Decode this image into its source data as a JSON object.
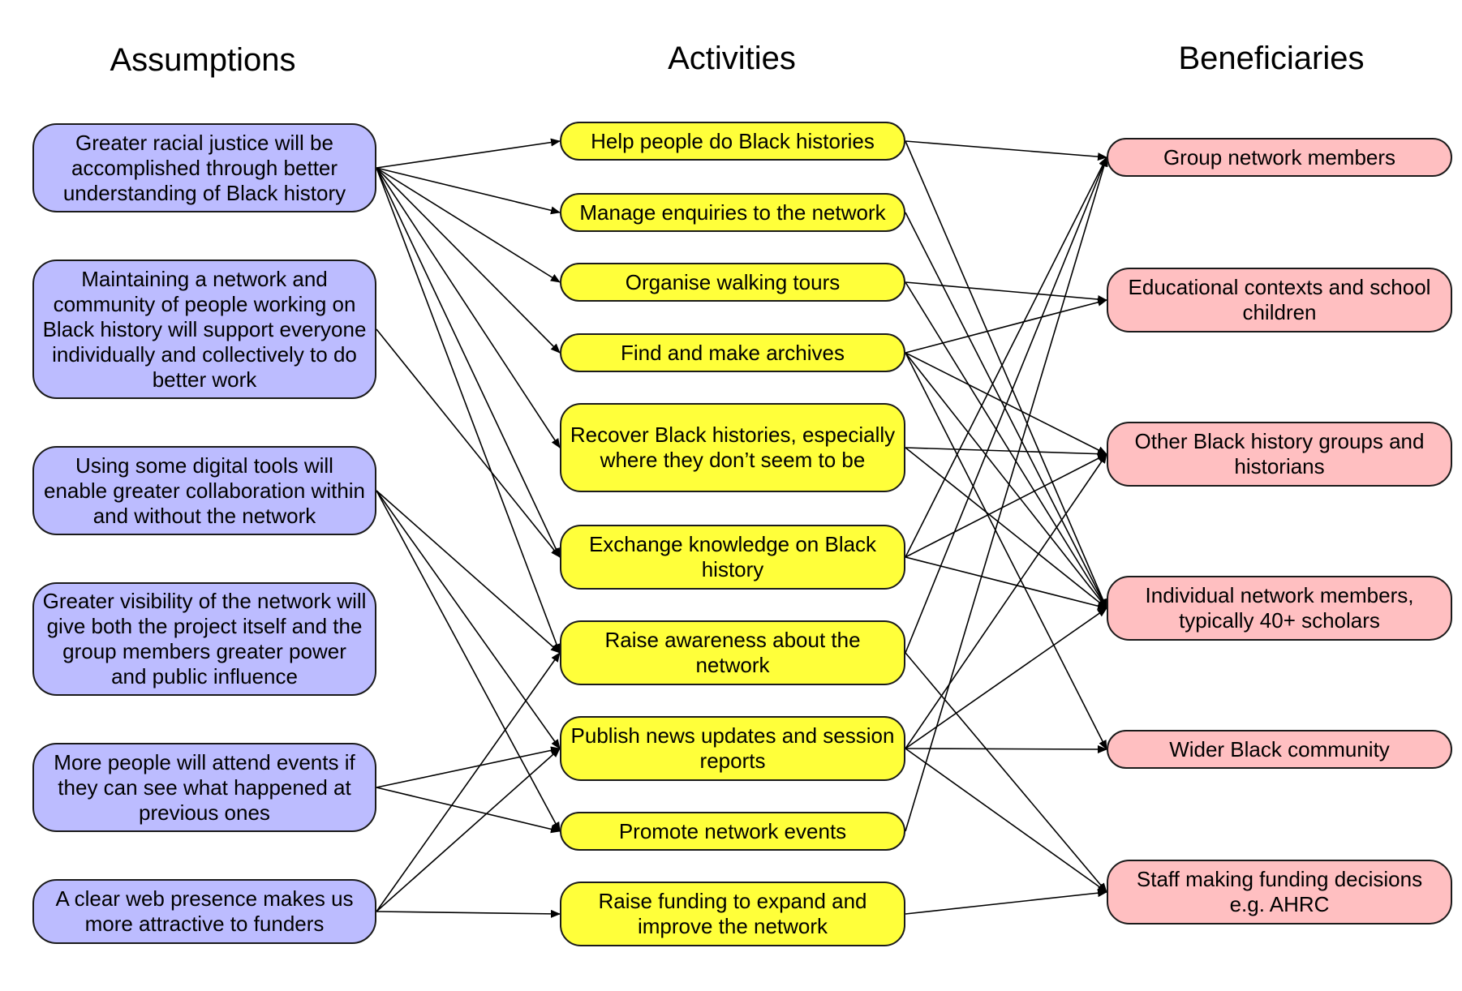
{
  "headings": {
    "assumptions": "Assumptions",
    "activities": "Activities",
    "beneficiaries": "Beneficiaries"
  },
  "colors": {
    "assumption_fill": "#bcbcff",
    "activity_fill": "#ffff3a",
    "beneficiary_fill": "#ffbfc1",
    "stroke": "#1a1a1a"
  },
  "assumptions": [
    {
      "id": "a1",
      "text": "Greater racial justice will be accomplished through better understanding of Black history"
    },
    {
      "id": "a2",
      "text": "Maintaining a network and community of people working on Black history will support everyone individually and collectively to do better work"
    },
    {
      "id": "a3",
      "text": "Using some digital tools will enable greater collaboration within and without the network"
    },
    {
      "id": "a4",
      "text": "Greater visibility of the network will give both the project itself and the group members greater power and public influence"
    },
    {
      "id": "a5",
      "text": "More people will attend events if they can see what happened at previous ones"
    },
    {
      "id": "a6",
      "text": "A clear web presence makes us more attractive to funders"
    }
  ],
  "activities": [
    {
      "id": "c1",
      "text": "Help people do Black histories"
    },
    {
      "id": "c2",
      "text": "Manage enquiries to the network"
    },
    {
      "id": "c3",
      "text": "Organise walking tours"
    },
    {
      "id": "c4",
      "text": "Find and make archives"
    },
    {
      "id": "c5",
      "text": "Recover Black histories, especially where they don’t seem to be"
    },
    {
      "id": "c6",
      "text": "Exchange knowledge on Black history"
    },
    {
      "id": "c7",
      "text": "Raise awareness about the network"
    },
    {
      "id": "c8",
      "text": "Publish news updates and session reports"
    },
    {
      "id": "c9",
      "text": "Promote network events"
    },
    {
      "id": "c10",
      "text": "Raise funding to expand and improve the network"
    }
  ],
  "beneficiaries": [
    {
      "id": "b1",
      "text": "Group network members"
    },
    {
      "id": "b2",
      "text": "Educational contexts and school children"
    },
    {
      "id": "b3",
      "text": "Other Black history groups and historians"
    },
    {
      "id": "b4",
      "text": "Individual network members, typically 40+ scholars"
    },
    {
      "id": "b5",
      "text": "Wider Black community"
    },
    {
      "id": "b6",
      "text": "Staff making funding decisions e.g. AHRC"
    }
  ],
  "edges": [
    [
      "a1",
      "c1"
    ],
    [
      "a1",
      "c2"
    ],
    [
      "a1",
      "c3"
    ],
    [
      "a1",
      "c4"
    ],
    [
      "a1",
      "c5"
    ],
    [
      "a1",
      "c6"
    ],
    [
      "a1",
      "c7"
    ],
    [
      "a2",
      "c6"
    ],
    [
      "a3",
      "c7"
    ],
    [
      "a3",
      "c8"
    ],
    [
      "a3",
      "c9"
    ],
    [
      "a5",
      "c8"
    ],
    [
      "a5",
      "c9"
    ],
    [
      "a6",
      "c7"
    ],
    [
      "a6",
      "c8"
    ],
    [
      "a6",
      "c10"
    ],
    [
      "c1",
      "b1"
    ],
    [
      "c1",
      "b4"
    ],
    [
      "c2",
      "b4"
    ],
    [
      "c3",
      "b2"
    ],
    [
      "c3",
      "b4"
    ],
    [
      "c4",
      "b2"
    ],
    [
      "c4",
      "b3"
    ],
    [
      "c4",
      "b4"
    ],
    [
      "c4",
      "b5"
    ],
    [
      "c5",
      "b3"
    ],
    [
      "c5",
      "b4"
    ],
    [
      "c6",
      "b1"
    ],
    [
      "c6",
      "b3"
    ],
    [
      "c6",
      "b4"
    ],
    [
      "c7",
      "b1"
    ],
    [
      "c7",
      "b6"
    ],
    [
      "c8",
      "b3"
    ],
    [
      "c8",
      "b4"
    ],
    [
      "c8",
      "b5"
    ],
    [
      "c8",
      "b6"
    ],
    [
      "c9",
      "b1"
    ],
    [
      "c10",
      "b6"
    ]
  ]
}
